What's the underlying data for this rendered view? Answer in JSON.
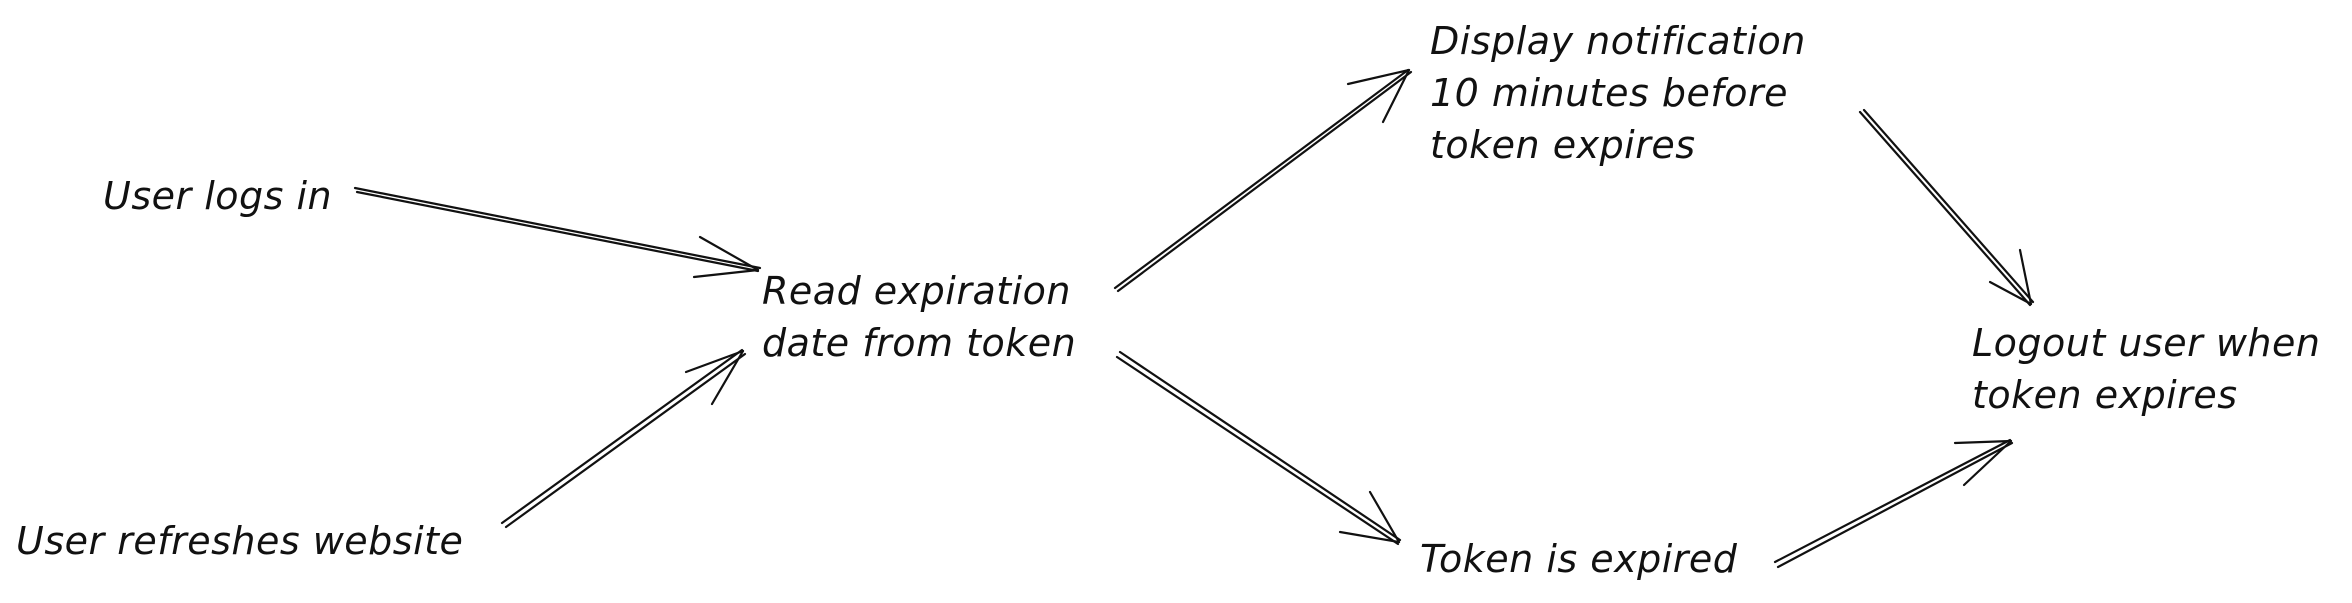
{
  "diagram": {
    "nodes": {
      "user_logs_in": [
        "User logs in"
      ],
      "user_refreshes": [
        "User refreshes website"
      ],
      "read_expiration": [
        "Read expiration",
        "date from token"
      ],
      "display_notification": [
        "Display notification",
        "10 minutes before",
        "token expires"
      ],
      "token_expired": [
        "Token is expired"
      ],
      "logout_user": [
        "Logout user when",
        "token expires"
      ]
    },
    "edges": [
      {
        "from": "User logs in",
        "to": "Read expiration date from token"
      },
      {
        "from": "User refreshes website",
        "to": "Read expiration date from token"
      },
      {
        "from": "Read expiration date from token",
        "to": "Display notification 10 minutes before token expires"
      },
      {
        "from": "Read expiration date from token",
        "to": "Token is expired"
      },
      {
        "from": "Display notification 10 minutes before token expires",
        "to": "Logout user when token expires"
      },
      {
        "from": "Token is expired",
        "to": "Logout user when token expires"
      }
    ]
  }
}
